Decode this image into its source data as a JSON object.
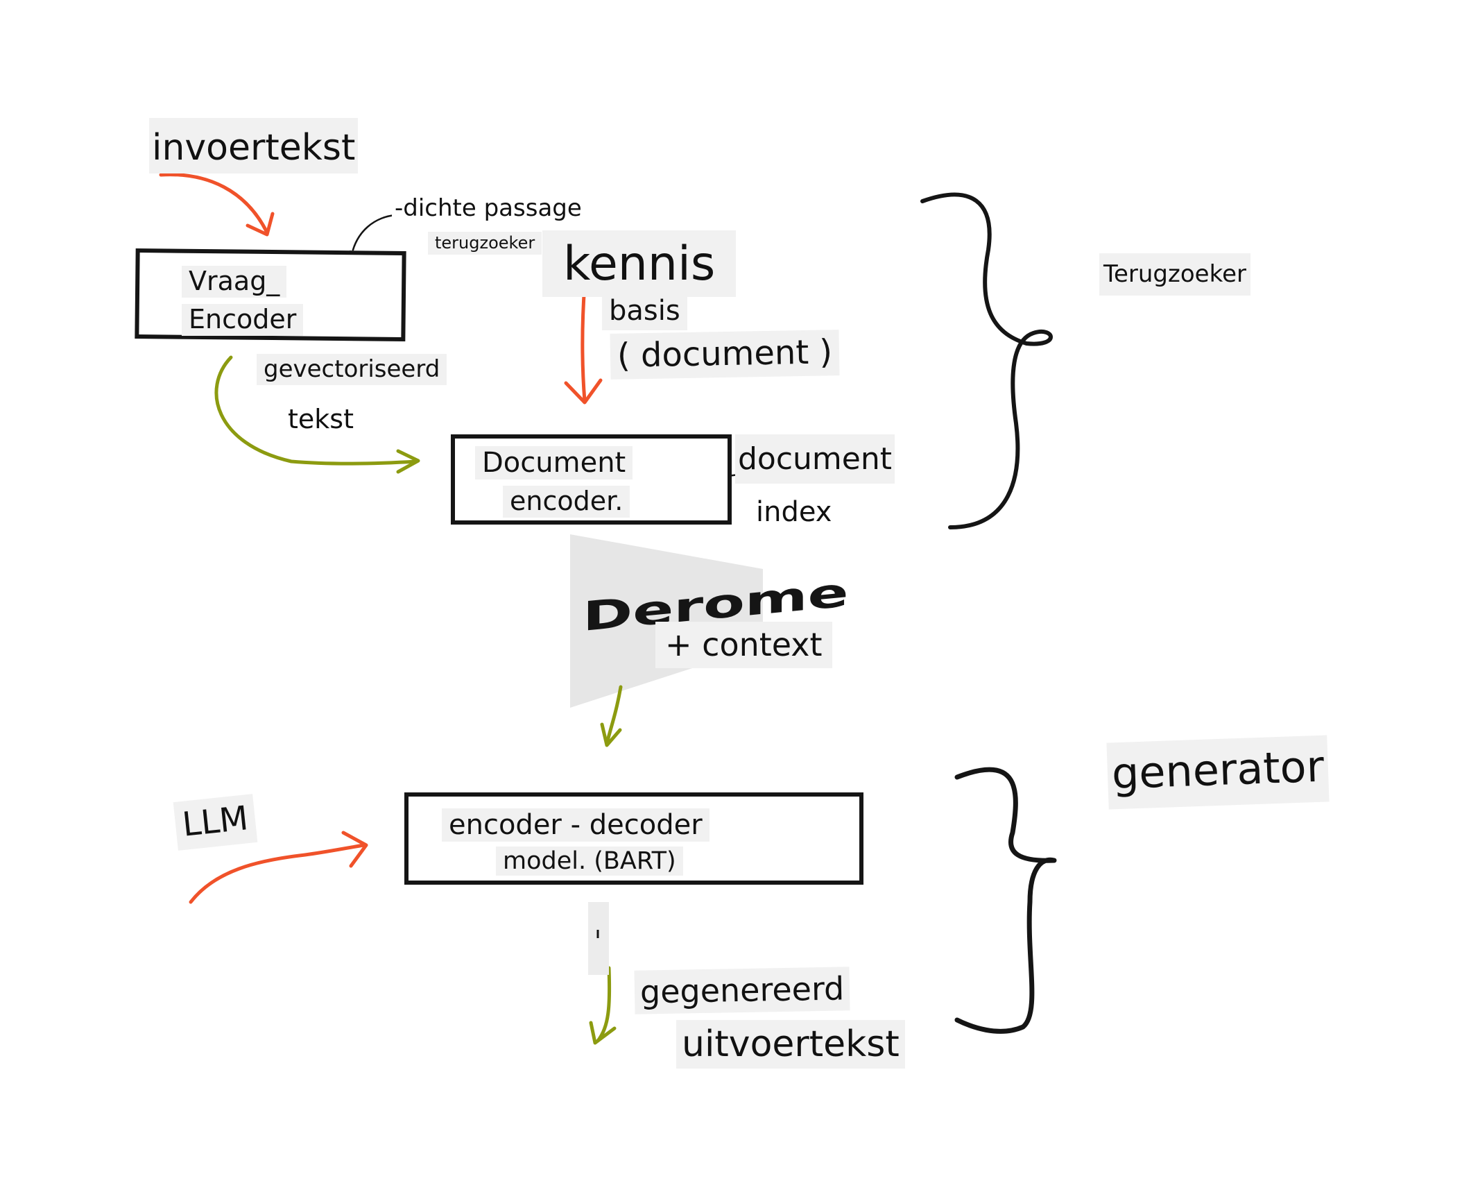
{
  "colors": {
    "orange_arrow": "#f0522a",
    "green_arrow": "#8c9b10",
    "ink": "#151515",
    "label_bg": "#f1f1f1"
  },
  "labels": {
    "input_text": "invoertekst",
    "dense_passage_line1": "-dichte passage",
    "dense_passage_line2": "terugzoeker",
    "knowledge_base_line1": "kennis",
    "knowledge_base_line2": "basis",
    "knowledge_base_line3": "( document )",
    "vectorized_line1": "gevectoriseerd",
    "vectorized_line2": "tekst",
    "document_index_line1": "document",
    "document_index_line2": "index",
    "context_label": "+ context",
    "decoration_text": "Derome",
    "retriever_group": "Terugzoeker",
    "generator_group": "generator",
    "llm_label": "LLM",
    "generated_line1": "gegenereerd",
    "generated_line2": "uitvoertekst"
  },
  "boxes": {
    "question_encoder_line1": "Vraag_",
    "question_encoder_line2": "Encoder",
    "document_encoder_line1": "Document",
    "document_encoder_line2": "encoder.",
    "encoder_decoder_line1": "encoder - decoder",
    "encoder_decoder_line2": "model. (BART)"
  }
}
